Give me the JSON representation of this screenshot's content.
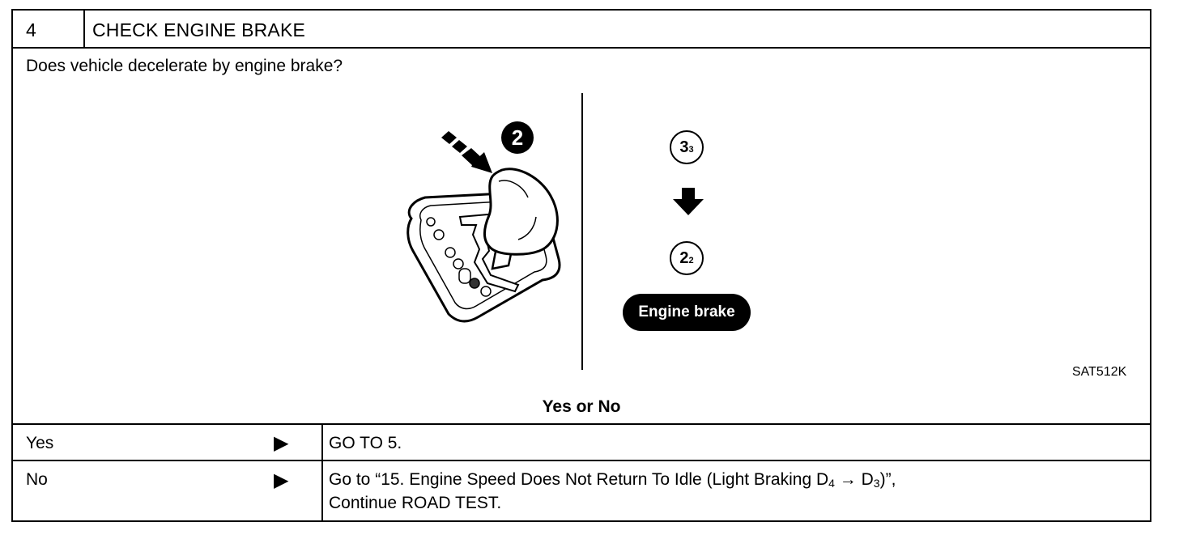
{
  "step": {
    "number": "4",
    "title": "CHECK ENGINE BRAKE"
  },
  "question": "Does vehicle decelerate by engine brake?",
  "figure": {
    "shift_marker": "2",
    "position_from": {
      "main": "3",
      "sub": "3"
    },
    "position_to": {
      "main": "2",
      "sub": "2"
    },
    "engine_brake_label": "Engine brake",
    "code": "SAT512K"
  },
  "decision_header": "Yes or No",
  "rows": [
    {
      "label": "Yes",
      "arrow": "▶",
      "text_line1": "GO TO 5.",
      "text_line2": ""
    },
    {
      "label": "No",
      "arrow": "▶",
      "text_pre": "Go to “15. Engine Speed Does Not Return To Idle (Light Braking D",
      "sub_a": "4",
      "arrow_mid": " → D",
      "sub_b": "3",
      "text_post": ")”,",
      "text_line2": "Continue ROAD TEST."
    }
  ]
}
